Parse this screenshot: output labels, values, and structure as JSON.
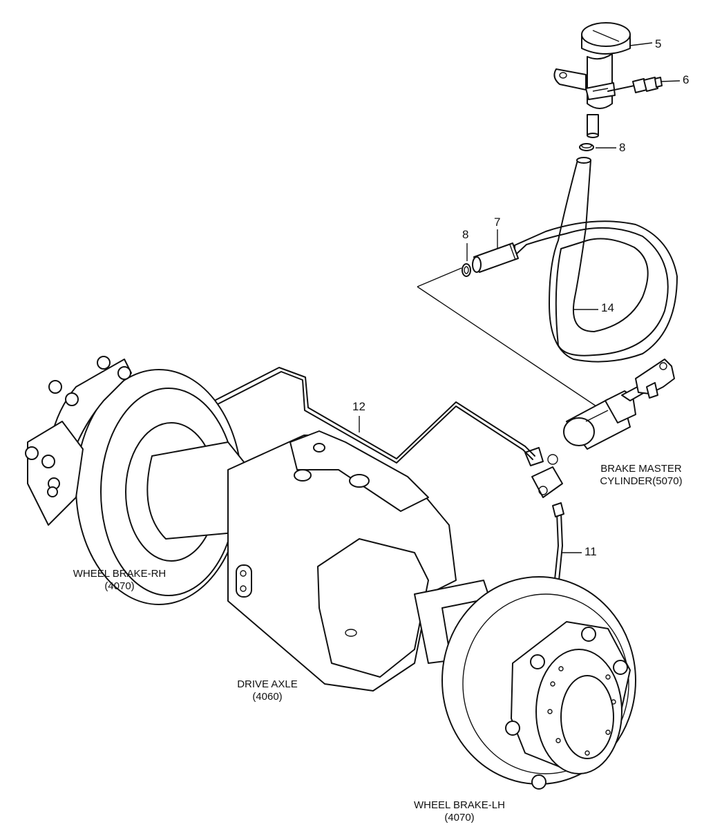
{
  "callouts": {
    "part_5": "5",
    "part_6": "6",
    "part_8_upper": "8",
    "part_8_lower": "8",
    "part_7": "7",
    "part_14": "14",
    "part_12": "12",
    "part_11": "11"
  },
  "labels": {
    "brake_master_cylinder": {
      "line1": "BRAKE MASTER",
      "line2": "CYLINDER(5070)"
    },
    "wheel_brake_rh": {
      "line1": "WHEEL BRAKE-RH",
      "line2": "(4070)"
    },
    "drive_axle": {
      "line1": "DRIVE AXLE",
      "line2": "(4060)"
    },
    "wheel_brake_lh": {
      "line1": "WHEEL BRAKE-LH",
      "line2": "(4070)"
    }
  }
}
